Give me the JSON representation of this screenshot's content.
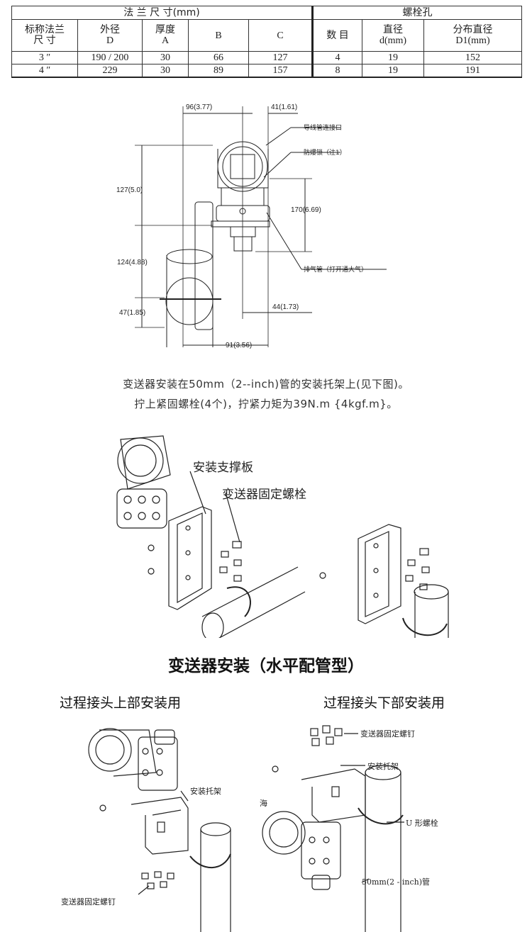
{
  "table": {
    "group1_title": "法 兰 尺 寸(mm)",
    "group2_title": "螺栓孔",
    "headers": [
      [
        "标称法兰",
        "尺  寸"
      ],
      [
        "外径",
        "D"
      ],
      [
        "厚度",
        "A"
      ],
      [
        "B"
      ],
      [
        "C"
      ],
      [
        "数  目"
      ],
      [
        "直径",
        "d(mm)"
      ],
      [
        "分布直径",
        "D1(mm)"
      ]
    ],
    "rows": [
      [
        "3 ″",
        "190 / 200",
        "30",
        "66",
        "127",
        "4",
        "19",
        "152"
      ],
      [
        "4 ″",
        "229",
        "30",
        "89",
        "157",
        "8",
        "19",
        "191"
      ]
    ]
  },
  "drawing1": {
    "dims": {
      "top_left": "96(3.77)",
      "top_right": "41(1.61)",
      "left_upper": "127(5.0)",
      "left_middle": "124(4.88)",
      "left_lower": "47(1.85)",
      "right_height": "170(6.69)",
      "bottom_right": "44(1.73)",
      "bottom": "91(3.56)"
    },
    "callouts": {
      "conduit": "导线管连接口",
      "lock": "防爆锁（注1）",
      "vent": "排气管（打开通大气）"
    }
  },
  "instructions": [
    "变送器安装在50mm（2--inch)管的安装托架上(见下图)。",
    "拧上紧固螺栓(4个)，拧紧力矩为39N.m {4kgf.m}。"
  ],
  "drawing2": {
    "label_plate": "安装支撑板",
    "label_bolt": "变送器固定螺栓"
  },
  "section_title": "变送器安装（水平配管型）",
  "drawing3": {
    "left_title": "过程接头上部安装用",
    "right_title": "过程接头下部安装用",
    "left_bracket": "安装托架",
    "left_screw": "变送器固定螺钉",
    "right_screw": "变送器固定螺钉",
    "right_bracket": "安装托架",
    "right_nut": "海",
    "right_ubolt": "U 形螺栓",
    "right_pipe": "50mm(2 - inch)管"
  }
}
